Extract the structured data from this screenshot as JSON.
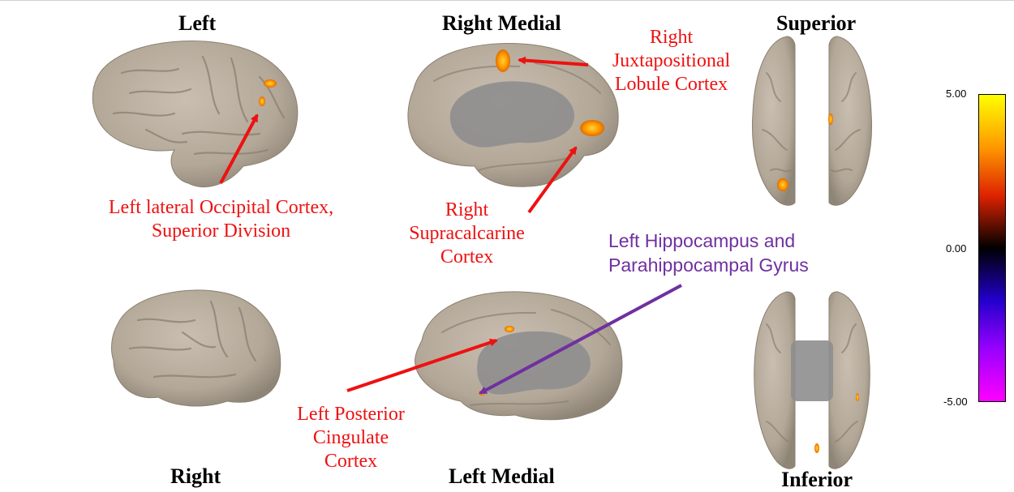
{
  "views": {
    "top_left": "Left",
    "top_middle": "Right Medial",
    "top_right": "Superior",
    "bottom_left": "Right",
    "bottom_middle": "Left Medial",
    "bottom_right": "Inferior"
  },
  "annotations": {
    "right_juxta": [
      "Right",
      "Juxtapositional",
      "Lobule Cortex"
    ],
    "left_lateral_occipital": [
      "Left lateral Occipital Cortex,",
      "Superior Division"
    ],
    "right_supracalcarine": [
      "Right",
      "Supracalcarine",
      "Cortex"
    ],
    "left_hippocampus": [
      "Left Hippocampus and",
      "Parahippocampal Gyrus"
    ],
    "left_posterior_cingulate": [
      "Left Posterior",
      "Cingulate",
      "Cortex"
    ]
  },
  "colorbar": {
    "max_label": "5.00",
    "mid_label": "0.00",
    "min_label": "-5.00",
    "colors": [
      "#ffff00",
      "#ff9900",
      "#dd2200",
      "#000000",
      "#2200cc",
      "#9900ff",
      "#ff00ff"
    ]
  },
  "colors": {
    "red_annotation": "#ee1111",
    "purple_annotation": "#7030a0",
    "cortex": "#b5aa9c",
    "medial_wall": "#8e8e8e",
    "activation": "#ff9a00"
  }
}
